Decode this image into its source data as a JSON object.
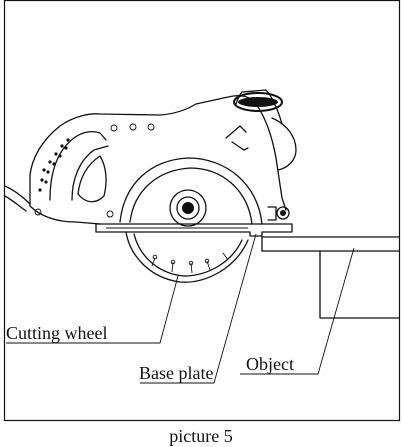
{
  "figure": {
    "labels": {
      "cutting_wheel": "Cutting wheel",
      "base_plate": "Base plate",
      "object": "Object"
    },
    "caption": "picture 5"
  }
}
